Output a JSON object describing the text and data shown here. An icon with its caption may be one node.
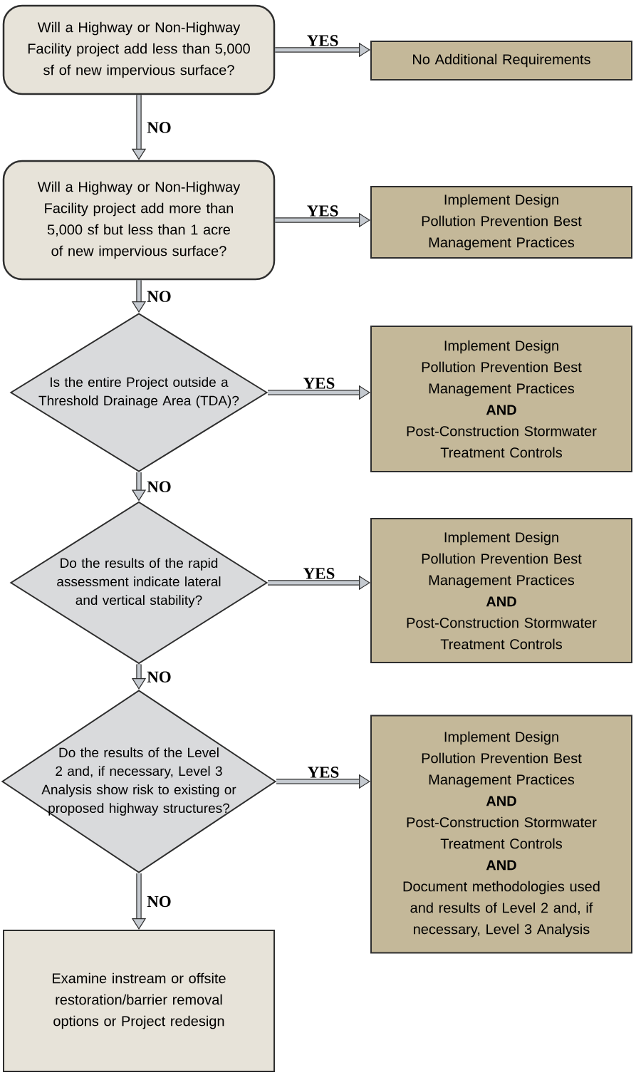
{
  "diagram": {
    "nodes": [
      {
        "text": [
          "Will a Highway or Non-Highway Facility project add less than 5,000 sf of new impervious surface?"
        ]
      },
      {
        "text": [
          "No Additional Requirements"
        ]
      },
      {
        "text": [
          "Will a Highway or Non-Highway Facility project add more than 5,000 sf but less than 1 acre of new impervious surface?"
        ]
      },
      {
        "text": [
          "Implement Design Pollution Prevention Best Management Practices"
        ]
      },
      {
        "text": [
          "Is the entire Project outside a Threshold Drainage Area (TDA)?"
        ]
      },
      {
        "text": [
          "Implement Design Pollution Prevention Best Management Practices",
          "AND",
          "Post-Construction Stormwater Treatment Controls"
        ]
      },
      {
        "text": [
          "Do the results of the rapid assessment indicate lateral and vertical stability?"
        ]
      },
      {
        "text": [
          "Implement Design Pollution Prevention Best Management Practices",
          "AND",
          "Post-Construction Stormwater Treatment Controls"
        ]
      },
      {
        "text": [
          "Do the results of the Level 2 and, if necessary, Level 3 Analysis show risk to existing or proposed highway structures?"
        ]
      },
      {
        "text": [
          "Implement Design Pollution Prevention Best Management Practices",
          "AND",
          "Post-Construction Stormwater Treatment Controls",
          "AND",
          "Document methodologies used and results of Level 2 and, if necessary, Level 3 Analysis"
        ]
      },
      {
        "text": [
          "Examine instream or offsite restoration/barrier removal options or Project redesign"
        ]
      }
    ],
    "edges": [
      {
        "from": 0,
        "to": 1,
        "arrow": "to",
        "label": "YES"
      },
      {
        "from": 0,
        "to": 2,
        "arrow": "to",
        "label": "NO"
      },
      {
        "from": 2,
        "to": 3,
        "arrow": "to",
        "label": "YES"
      },
      {
        "from": 2,
        "to": 4,
        "arrow": "to",
        "label": "NO"
      },
      {
        "from": 4,
        "to": 5,
        "arrow": "to",
        "label": "YES"
      },
      {
        "from": 4,
        "to": 6,
        "arrow": "to",
        "label": "NO"
      },
      {
        "from": 6,
        "to": 7,
        "arrow": "to",
        "label": "YES"
      },
      {
        "from": 6,
        "to": 8,
        "arrow": "to",
        "label": "NO"
      },
      {
        "from": 8,
        "to": 9,
        "arrow": "to",
        "label": "YES"
      },
      {
        "from": 8,
        "to": 10,
        "arrow": "to",
        "label": "NO"
      }
    ]
  }
}
